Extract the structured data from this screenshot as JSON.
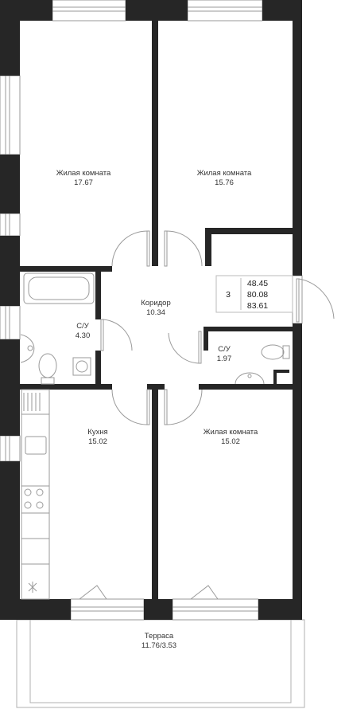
{
  "colors": {
    "wall": "#262626",
    "thin_line": "#9a9a9a",
    "background": "#ffffff"
  },
  "rooms": [
    {
      "id": "living-1",
      "name": "Жилая комната",
      "area": "17.67"
    },
    {
      "id": "living-2",
      "name": "Жилая комната",
      "area": "15.76"
    },
    {
      "id": "corridor",
      "name": "Коридор",
      "area": "10.34"
    },
    {
      "id": "bath-1",
      "name": "С/У",
      "area": "4.30"
    },
    {
      "id": "bath-2",
      "name": "С/У",
      "area": "1.97"
    },
    {
      "id": "kitchen",
      "name": "Кухня",
      "area": "15.02"
    },
    {
      "id": "living-3",
      "name": "Жилая комната",
      "area": "15.02"
    },
    {
      "id": "terrace",
      "name": "Терраса",
      "area": "11.76/3.53"
    }
  ],
  "summary": {
    "rooms_count": "3",
    "living_area": "48.45",
    "total_area": "80.08",
    "total_with_terrace": "83.61"
  }
}
